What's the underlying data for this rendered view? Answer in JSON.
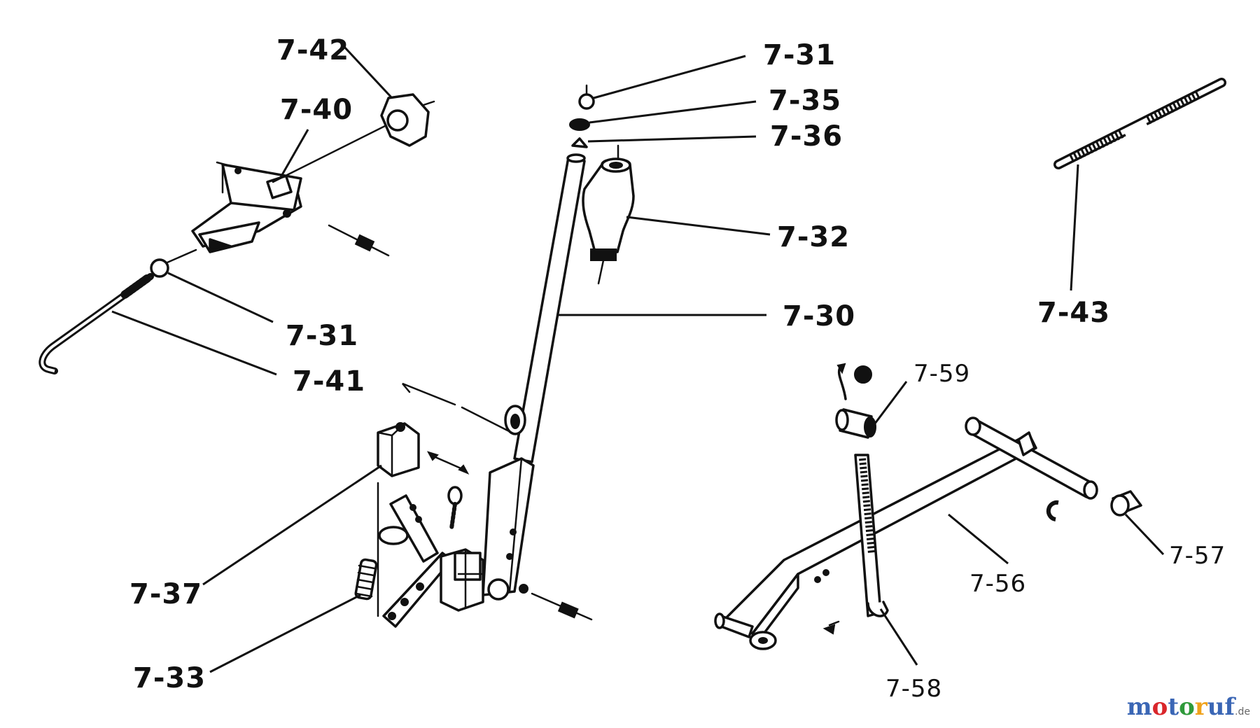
{
  "labels": {
    "p7_42": "7-42",
    "p7_40": "7-40",
    "p7_31_top": "7-31",
    "p7_35": "7-35",
    "p7_36": "7-36",
    "p7_32": "7-32",
    "p7_30": "7-30",
    "p7_31_left": "7-31",
    "p7_41": "7-41",
    "p7_43": "7-43",
    "p7_59": "7-59",
    "p7_37": "7-37",
    "p7_33": "7-33",
    "p7_56": "7-56",
    "p7_57": "7-57",
    "p7_58": "7-58"
  },
  "watermark": {
    "letters": [
      "m",
      "o",
      "t",
      "o",
      "r",
      "uf"
    ],
    "tld": ".de"
  }
}
